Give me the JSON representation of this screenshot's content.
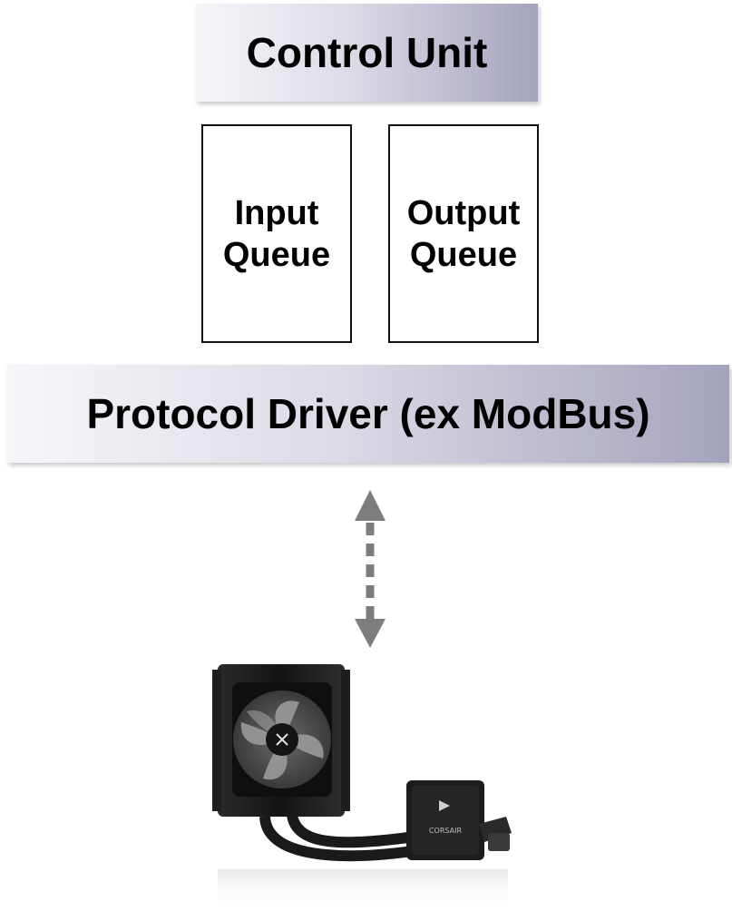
{
  "control_unit": {
    "label": "Control Unit"
  },
  "input_queue": {
    "line1": "Input",
    "line2": "Queue"
  },
  "output_queue": {
    "line1": "Output",
    "line2": "Queue"
  },
  "protocol_driver": {
    "label": "Protocol Driver (ex ModBus)"
  },
  "device": {
    "brand": "CORSAIR"
  },
  "colors": {
    "banner_gradient_start": "#f6f6fa",
    "banner_gradient_end": "#a4a3bd",
    "arrow": "#7d7d7d",
    "device_body": "#1c1c1c"
  },
  "icons": {
    "link_arrow": "dashed-double-arrow-icon",
    "device": "liquid-cooler-icon"
  }
}
